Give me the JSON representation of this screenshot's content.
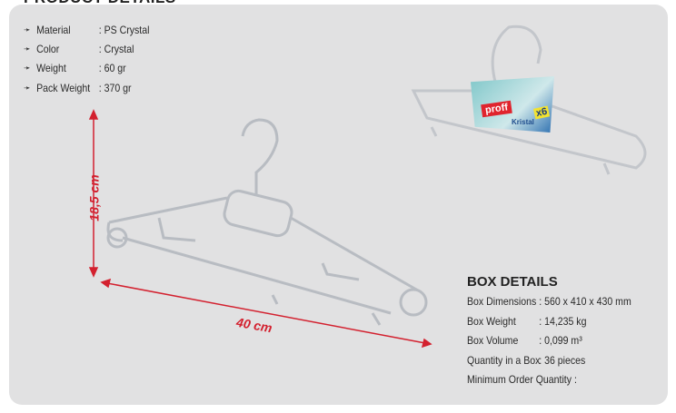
{
  "section_title": "PRODUCT DETAILS",
  "specs": [
    {
      "label": "Material",
      "value": ": PS Crystal"
    },
    {
      "label": "Color",
      "value": ": Crystal"
    },
    {
      "label": "Weight",
      "value": ": 60 gr"
    },
    {
      "label": "Pack Weight",
      "value": ": 370 gr"
    }
  ],
  "dimensions": {
    "height": "18,5 cm",
    "width": "40 cm"
  },
  "package": {
    "brand": "proff",
    "count": "x6",
    "name": "Kristal"
  },
  "box": {
    "title": "BOX DETAILS",
    "rows": [
      {
        "label": "Box Dimensions",
        "value": ": 560 x 410 x 430 mm"
      },
      {
        "label": "Box Weight",
        "value": ": 14,235 kg"
      },
      {
        "label": "Box Volume",
        "value": ": 0,099 m³"
      },
      {
        "label": "Quantity in a Box",
        "value": ": 36 pieces"
      },
      {
        "label": "Minimum Order Quantity :",
        "value": ""
      }
    ]
  },
  "colors": {
    "accent": "#d3212f",
    "panel": "#e1e1e2"
  }
}
